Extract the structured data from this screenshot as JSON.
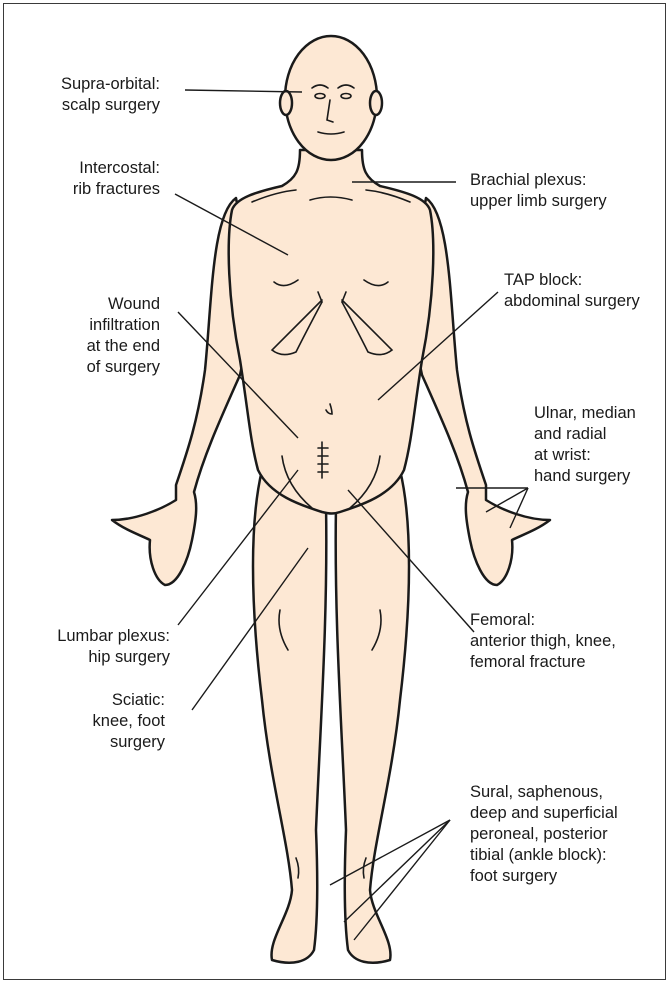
{
  "labels": {
    "supra_orbital": [
      "Supra-orbital:",
      "scalp surgery"
    ],
    "intercostal": [
      "Intercostal:",
      "rib fractures"
    ],
    "wound": [
      "Wound",
      "infiltration",
      "at the end",
      "of surgery"
    ],
    "lumbar": [
      "Lumbar plexus:",
      "hip surgery"
    ],
    "sciatic": [
      "Sciatic:",
      "knee, foot",
      "surgery"
    ],
    "brachial": [
      "Brachial plexus:",
      "upper limb surgery"
    ],
    "tap": [
      "TAP block:",
      "abdominal surgery"
    ],
    "wrist": [
      "Ulnar, median",
      "and radial",
      "at wrist:",
      "hand surgery"
    ],
    "femoral": [
      "Femoral:",
      "anterior thigh, knee,",
      "femoral fracture"
    ],
    "ankle": [
      "Sural, saphenous,",
      "deep and superficial",
      "peroneal, posterior",
      "tibial (ankle block):",
      "foot surgery"
    ]
  },
  "colors": {
    "skin": "#fde8d4",
    "outline": "#1a1a1a",
    "frame": "#3a3a3a"
  }
}
